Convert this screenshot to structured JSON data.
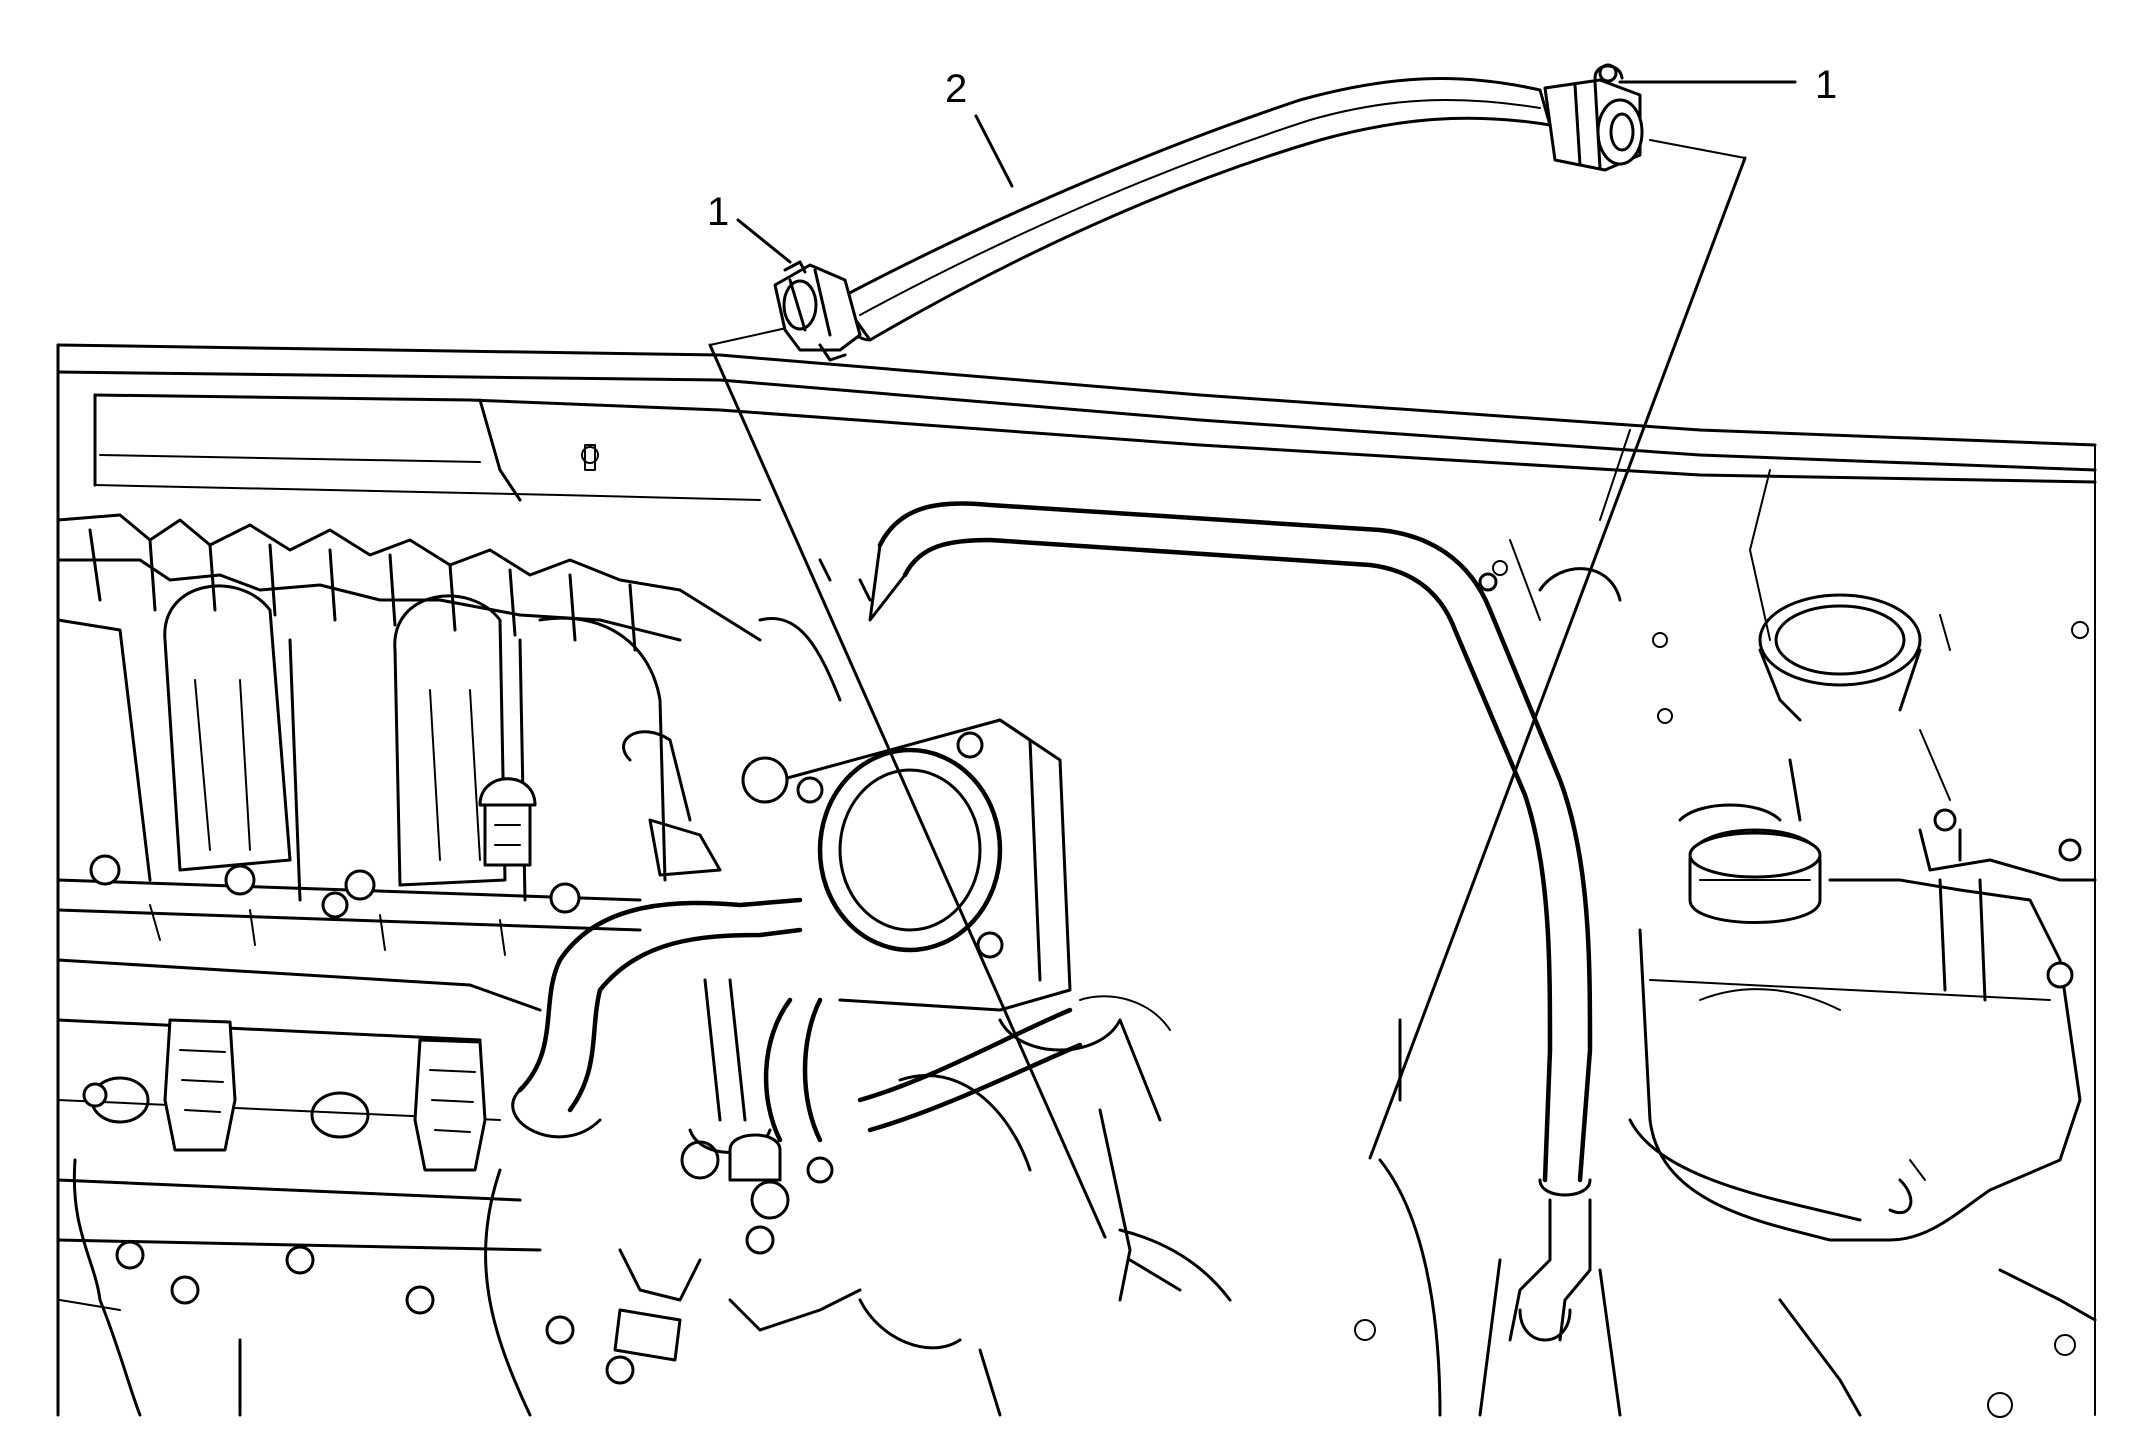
{
  "diagram": {
    "callouts": {
      "clamp_right": "1",
      "hose": "2",
      "clamp_left": "1"
    },
    "colors": {
      "line": "#000000",
      "background": "#ffffff"
    }
  }
}
